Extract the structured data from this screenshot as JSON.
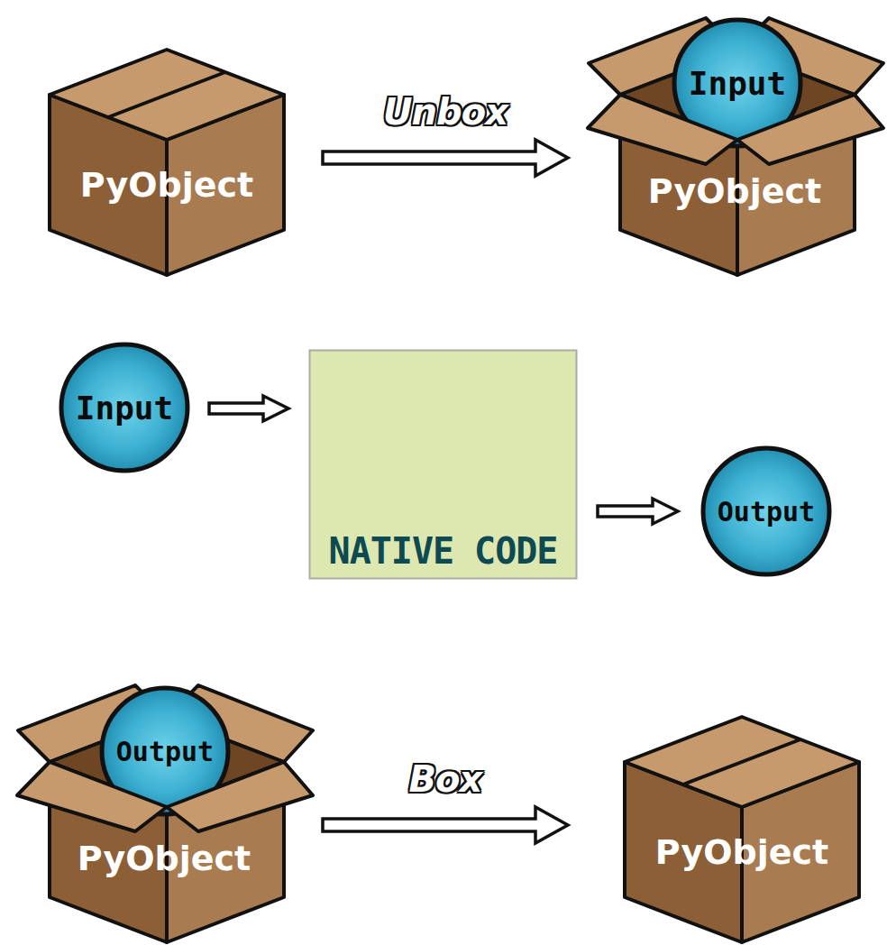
{
  "diagram": {
    "nodes": [
      {
        "text": [
          "PyObject"
        ]
      },
      {
        "text": [
          "PyObject"
        ]
      },
      {
        "text": [
          "Input"
        ],
        "in": 1
      },
      {
        "text": [
          "Input"
        ]
      },
      {
        "text": [
          "NATIVE CODE"
        ]
      },
      {
        "text": [
          "Output"
        ]
      },
      {
        "text": [
          "PyObject"
        ]
      },
      {
        "text": [
          "Output"
        ],
        "in": 6
      },
      {
        "text": [
          "PyObject"
        ]
      }
    ],
    "edges": [
      {
        "from": 0,
        "to": 1,
        "label": "Unbox",
        "arrow": "to"
      },
      {
        "from": 3,
        "to": 4,
        "arrow": "to"
      },
      {
        "from": 4,
        "to": 5,
        "arrow": "to"
      },
      {
        "from": 6,
        "to": 8,
        "label": "Box",
        "arrow": "to"
      }
    ]
  }
}
